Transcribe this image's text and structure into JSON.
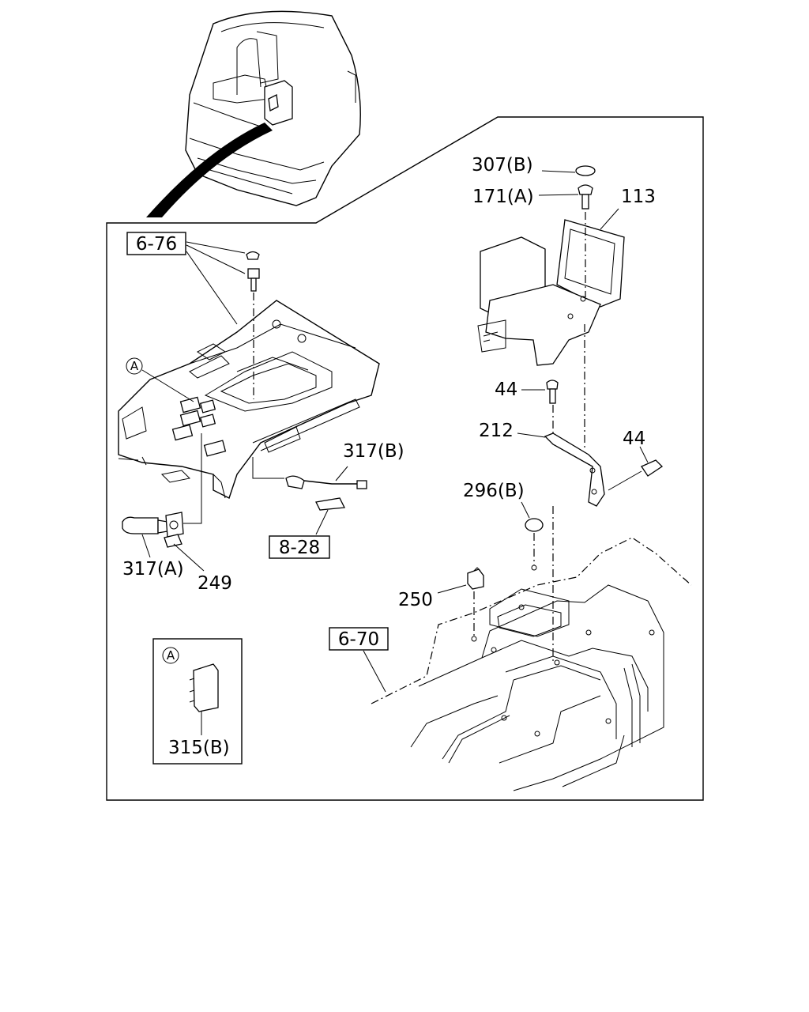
{
  "diagram": {
    "callouts": {
      "p307b": "307(B)",
      "p171a": "171(A)",
      "p113": "113",
      "p44a": "44",
      "p44b": "44",
      "p212": "212",
      "p296b": "296(B)",
      "p250": "250",
      "p317b": "317(B)",
      "p317a": "317(A)",
      "p249": "249",
      "p315b": "315(B)"
    },
    "references": {
      "r676": "6-76",
      "r828": "8-28",
      "r670": "6-70"
    },
    "detail_marker": "A"
  }
}
